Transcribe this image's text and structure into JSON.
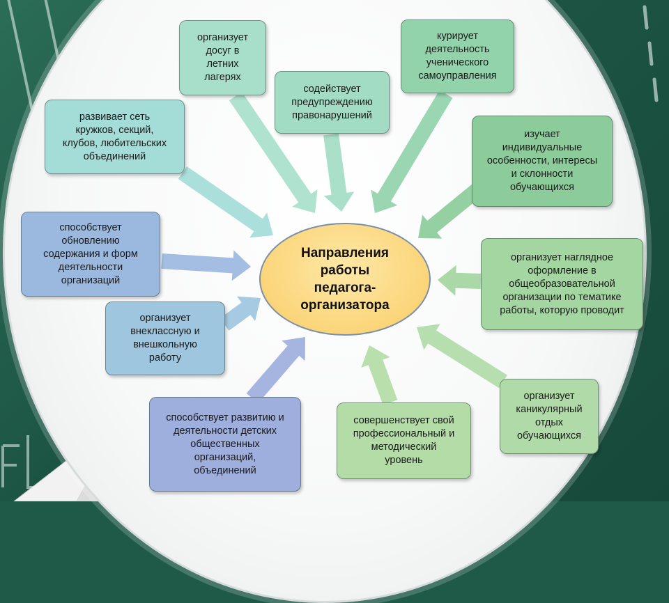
{
  "center": {
    "text": "Направления\nработы\nпедагога-\nорганизатора",
    "color": "#fbd57a"
  },
  "boxes": [
    {
      "id": "leisure",
      "text": "организует\nдосуг в\nлетних\nлагерях",
      "color": "#a8dfcb"
    },
    {
      "id": "prevention",
      "text": "содействует\nпредупреждению\nправонарушений",
      "color": "#a3dcc4"
    },
    {
      "id": "self-government",
      "text": "курирует\nдеятельность\nученического\nсамоуправления",
      "color": "#93d3ab"
    },
    {
      "id": "individual",
      "text": "изучает\nиндивидуальные\nособенности, интересы\nи склонности\nобучающихся",
      "color": "#8ccc9a"
    },
    {
      "id": "visual",
      "text": "организует наглядное\nоформление  в\nобщеобразовательной\nорганизации по тематике\nработы, которую проводит",
      "color": "#a3d6a0"
    },
    {
      "id": "holidays",
      "text": "организует\nканикулярный\nотдых\nобучающихся",
      "color": "#b0dba8"
    },
    {
      "id": "professional",
      "text": "совершенствует свой\nпрофессиональный и\nметодический\nуровень",
      "color": "#b3dca6"
    },
    {
      "id": "organizations",
      "text": "способствует развитию и\nдеятельности детских\nобщественных\nорганизаций,\nобъединений",
      "color": "#9eaedd"
    },
    {
      "id": "extracurricular",
      "text": "организует\nвнеклассную и\nвнешкольную\nработу",
      "color": "#9ec6de"
    },
    {
      "id": "content",
      "text": "способствует\nобновлению\nсодержания и форм\nдеятельности\nорганизаций",
      "color": "#9bb9df"
    },
    {
      "id": "clubs",
      "text": "развивает сеть\nкружков, секций,\nклубов, любительских\nобъединений",
      "color": "#a4dcd8"
    }
  ]
}
